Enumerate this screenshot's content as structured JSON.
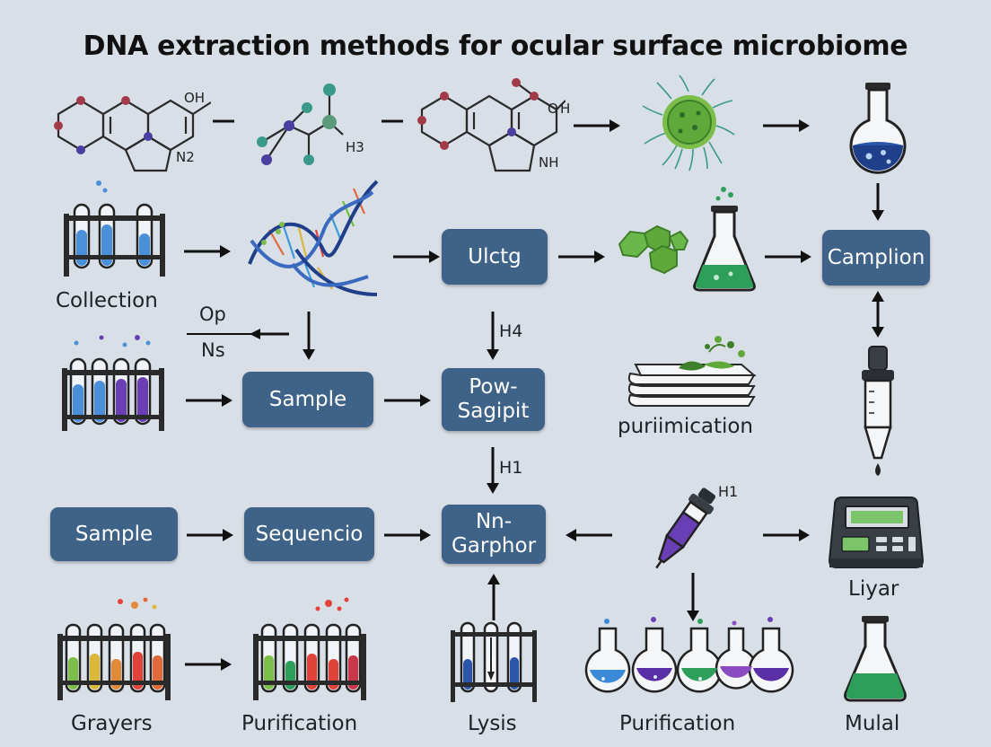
{
  "title": "DNA extraction methods for ocular surface microbiome",
  "molecules": {
    "oh": "OH",
    "n2": "N2",
    "h3": "H3",
    "o": "O",
    "h": "H",
    "nh": "NH"
  },
  "boxes": {
    "ulctg": "Ulctg",
    "camplion": "Camplion",
    "sample_mid": "Sample",
    "pow_line1": "Pow-",
    "pow_line2": "Sagipit",
    "sample_left": "Sample",
    "sequencio": "Sequencio",
    "nn_line1": "Nn-",
    "nn_line2": "Garphor"
  },
  "labels": {
    "collection": "Collection",
    "op": "Op",
    "ns": "Ns",
    "h4": "H4",
    "h1": "H1",
    "h1_dropper": "H1",
    "puriimication": "puriimication",
    "liyar": "Liyar",
    "grayers": "Grayers",
    "purification_left": "Purification",
    "lysis": "Lysis",
    "purification_right": "Purification",
    "mulal": "Mulal"
  },
  "colors": {
    "background": "#d9dfe6",
    "box": "#3f6288",
    "tube_blue": "#4a90d9",
    "tube_purple": "#6a3fb5",
    "liquid_green": "#2e9e5b",
    "liquid_navy": "#1f3f8a"
  },
  "icons": {
    "tube_rack": "test-tube-rack-icon",
    "dna": "dna-helix-icon",
    "bacterium": "bacterium-icon",
    "flask": "flask-icon",
    "dropper": "dropper-icon",
    "filter": "filter-stack-icon",
    "instrument": "lab-instrument-icon"
  }
}
